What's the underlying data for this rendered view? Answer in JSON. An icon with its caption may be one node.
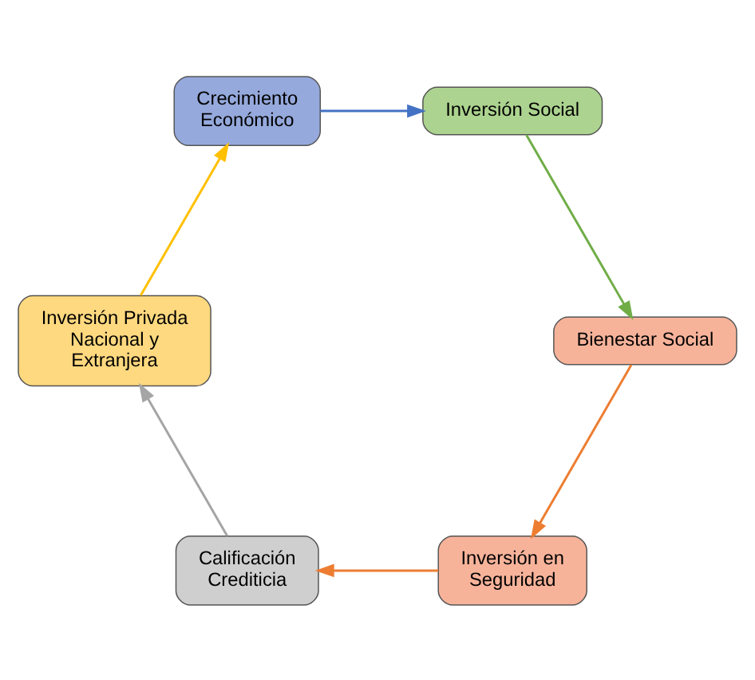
{
  "diagram": {
    "nodes": [
      {
        "text": [
          "Inversión en Seguridad"
        ]
      },
      {
        "text": [
          "Calificación Crediticia"
        ]
      },
      {
        "text": [
          "Inversión Privada Nacional y Extranjera"
        ]
      },
      {
        "text": [
          "Crecimiento Económico"
        ]
      },
      {
        "text": [
          "Inversión Social"
        ]
      },
      {
        "text": [
          "Bienestar Social"
        ]
      }
    ],
    "edges": [
      {
        "from": 0,
        "to": 1,
        "arrow": "to",
        "color": "#ed7d31"
      },
      {
        "from": 1,
        "to": 2,
        "arrow": "to",
        "color": "#a5a5a5"
      },
      {
        "from": 2,
        "to": 3,
        "arrow": "to",
        "color": "#ffc000"
      },
      {
        "from": 3,
        "to": 4,
        "arrow": "to",
        "color": "#4472c4"
      },
      {
        "from": 4,
        "to": 5,
        "arrow": "to",
        "color": "#70ad47"
      },
      {
        "from": 5,
        "to": 0,
        "arrow": "to",
        "color": "#ed7d31"
      }
    ]
  }
}
